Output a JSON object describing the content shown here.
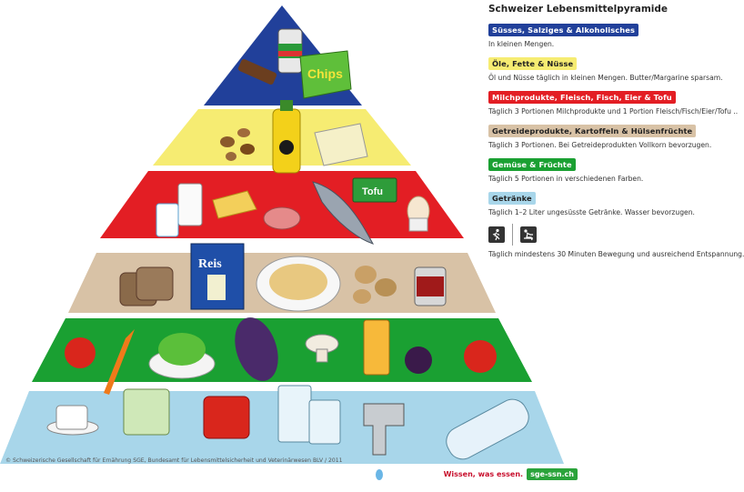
{
  "legend": {
    "title": "Schweizer Lebensmittelpyramide",
    "items": [
      {
        "label": "Süsses, Salziges & Alkoholisches",
        "desc": "In kleinen Mengen.",
        "bg": "#21409a",
        "fg": "#ffffff"
      },
      {
        "label": "Öle, Fette & Nüsse",
        "desc": "Öl und Nüsse täglich in kleinen Mengen. Butter/Margarine sparsam.",
        "bg": "#f6ec72",
        "fg": "#222222"
      },
      {
        "label": "Milchprodukte, Fleisch, Fisch, Eier & Tofu",
        "desc": "Täglich 3 Portionen Milchprodukte und 1 Portion Fleisch/Fisch/Eier/Tofu ..",
        "bg": "#e31e24",
        "fg": "#ffffff"
      },
      {
        "label": "Getreideprodukte, Kartoffeln & Hülsenfrüchte",
        "desc": "Täglich 3 Portionen. Bei Getreideprodukten Vollkorn bevorzugen.",
        "bg": "#d8c2a6",
        "fg": "#222222"
      },
      {
        "label": "Gemüse & Früchte",
        "desc": "Täglich 5 Portionen in verschiedenen Farben.",
        "bg": "#1aa032",
        "fg": "#ffffff"
      },
      {
        "label": "Getränke",
        "desc": "Täglich 1–2 Liter ungesüsste Getränke. Wasser bevorzugen.",
        "bg": "#a8d6ea",
        "fg": "#222222"
      }
    ],
    "activity_text": "Täglich mindestens 30 Minuten Bewegung und ausreichend Entspannung."
  },
  "tiers": [
    {
      "name": "sweets",
      "color": "#21409a"
    },
    {
      "name": "fats",
      "color": "#f6ec72"
    },
    {
      "name": "protein",
      "color": "#e31e24"
    },
    {
      "name": "grains",
      "color": "#d8c2a6"
    },
    {
      "name": "vegetables",
      "color": "#1aa032"
    },
    {
      "name": "drinks",
      "color": "#a8d6ea"
    }
  ],
  "food_labels": {
    "chips": "Chips",
    "tofu": "Tofu",
    "reis": "Reis"
  },
  "credit": "© Schweizerische Gesellschaft für Ernährung SGE, Bundesamt für Lebensmittelsicherheit und Veterinärwesen BLV / 2011",
  "slogan": "Wissen, was essen.",
  "brand": "sge-ssn.ch"
}
